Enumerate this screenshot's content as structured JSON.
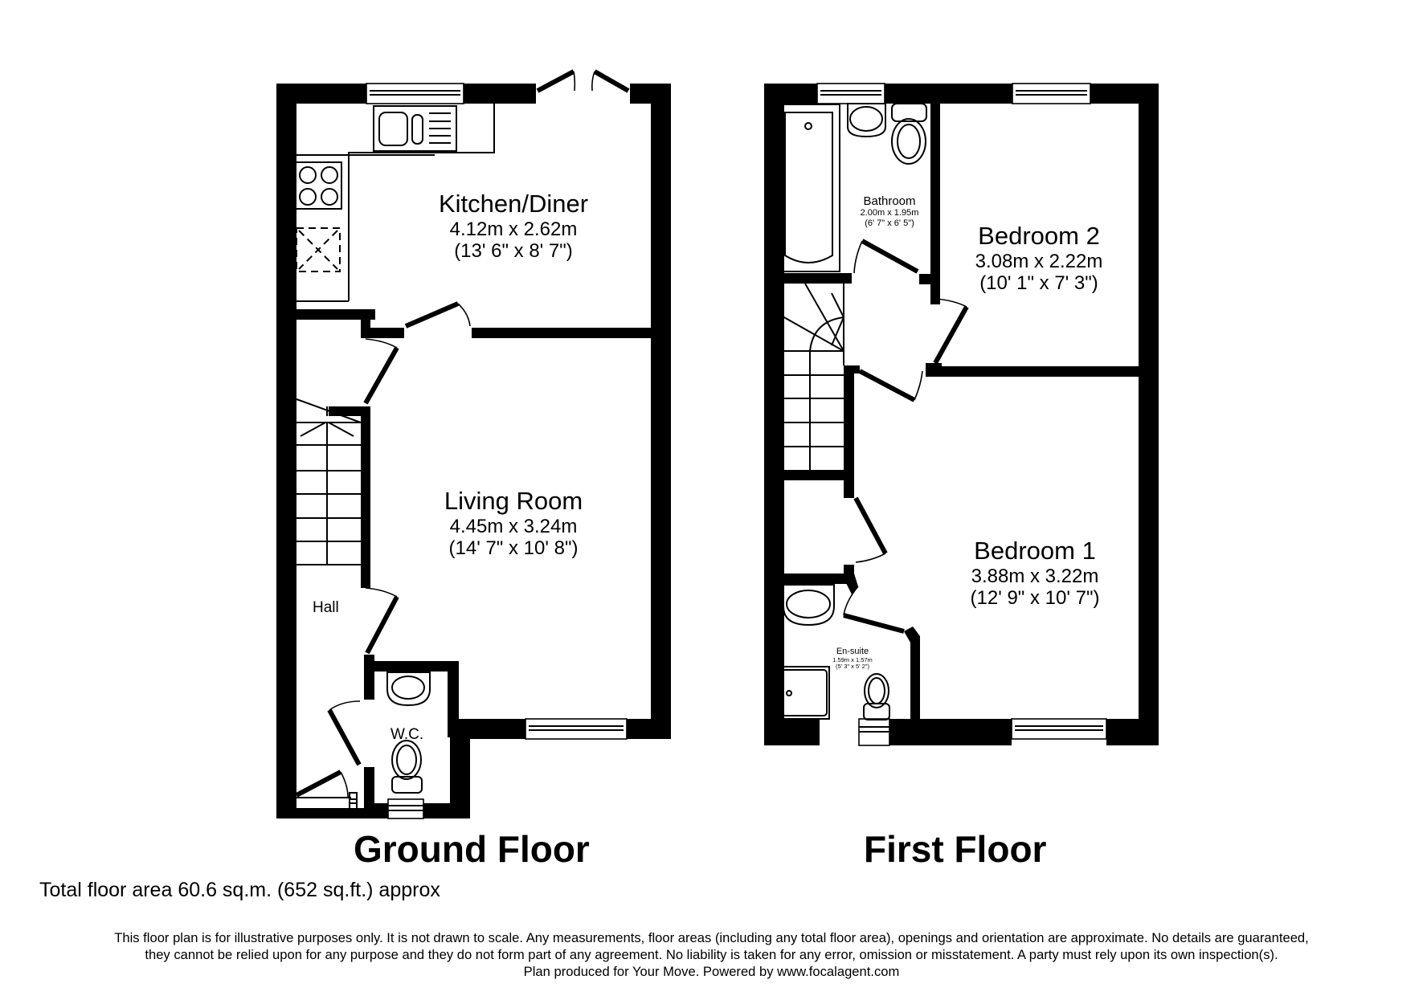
{
  "floors": [
    {
      "title": "Ground Floor",
      "rooms": [
        {
          "name": "Kitchen/Diner",
          "metric": "4.12m x 2.62m",
          "imperial": "(13' 6\" x 8' 7\")"
        },
        {
          "name": "Living Room",
          "metric": "4.45m x 3.24m",
          "imperial": "(14' 7\" x 10' 8\")"
        },
        {
          "name": "Hall"
        },
        {
          "name": "W.C."
        }
      ]
    },
    {
      "title": "First Floor",
      "rooms": [
        {
          "name": "Bathroom",
          "metric": "2.00m x 1.95m",
          "imperial": "(6' 7\" x 6' 5\")"
        },
        {
          "name": "Bedroom 2",
          "metric": "3.08m x 2.22m",
          "imperial": "(10' 1\" x 7' 3\")"
        },
        {
          "name": "Bedroom 1",
          "metric": "3.88m x 3.22m",
          "imperial": "(12' 9\" x 10' 7\")"
        },
        {
          "name": "En-suite",
          "metric": "1.59m x 1.57m",
          "imperial": "(5' 3\" x 5' 2\")"
        }
      ]
    }
  ],
  "total_area": "Total floor area 60.6 sq.m. (652 sq.ft.) approx",
  "disclaimer": [
    "This floor plan is for illustrative purposes only. It is not drawn to scale. Any measurements, floor areas (including any total floor area), openings and orientation are approximate. No details are guaranteed,",
    "they cannot be relied upon for any purpose and they do not form part of any agreement. No liability is taken for any error, omission or misstatement. A party must rely upon its own inspection(s).",
    "Plan produced for Your Move. Powered by www.focalagent.com"
  ],
  "colors": {
    "wall": "#000000",
    "background": "#ffffff"
  }
}
